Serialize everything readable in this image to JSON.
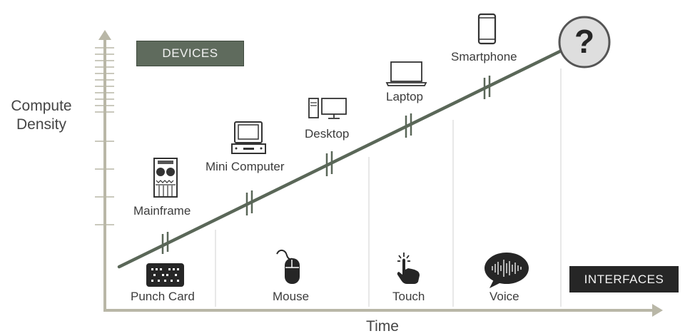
{
  "axes": {
    "y_label": "Compute Density",
    "x_label": "Time"
  },
  "legend_boxes": {
    "devices": "DEVICES",
    "interfaces": "INTERFACES"
  },
  "devices": [
    {
      "name": "Mainframe",
      "icon": "mainframe-icon"
    },
    {
      "name": "Mini Computer",
      "icon": "mini-computer-icon"
    },
    {
      "name": "Desktop",
      "icon": "desktop-icon"
    },
    {
      "name": "Laptop",
      "icon": "laptop-icon"
    },
    {
      "name": "Smartphone",
      "icon": "smartphone-icon"
    },
    {
      "name": "?",
      "icon": "question-mark-icon"
    }
  ],
  "interfaces": [
    {
      "name": "Punch Card",
      "icon": "punch-card-icon"
    },
    {
      "name": "Mouse",
      "icon": "mouse-icon"
    },
    {
      "name": "Touch",
      "icon": "touch-icon"
    },
    {
      "name": "Voice",
      "icon": "voice-icon"
    }
  ],
  "colors": {
    "trend_line": "#5a6758",
    "axis": "#b9b7a7",
    "divider": "#d0d0d0",
    "devices_box": "#5f6b5d",
    "interfaces_box": "#262626"
  }
}
